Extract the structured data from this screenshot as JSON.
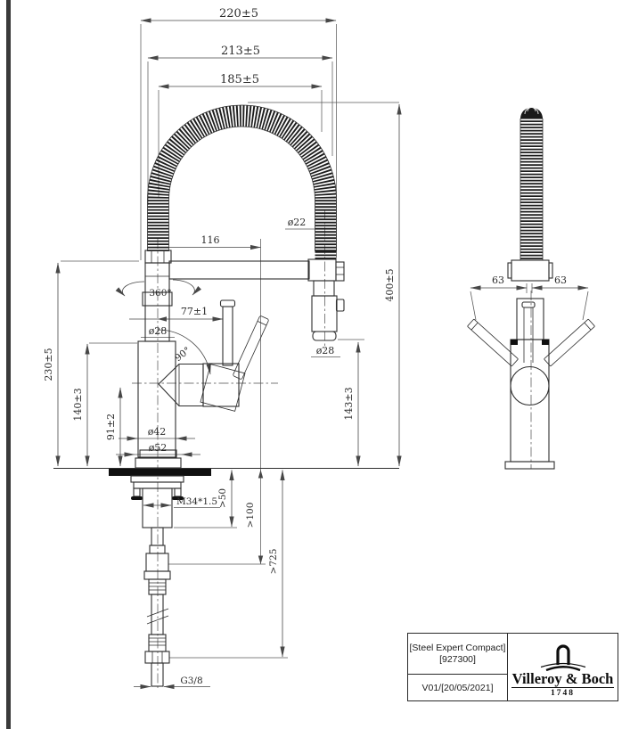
{
  "drawing": {
    "front": {
      "dims": {
        "overall_width": "220±5",
        "width_213": "213±5",
        "width_185": "185±5",
        "coil_diameter": "ø22",
        "reach_116": "116",
        "height_400": "400±5",
        "swivel_angle": "360°",
        "handle_offset": "77±1",
        "neck_diameter": "ø28",
        "handle_angle": "90°",
        "spout_height": "230±5",
        "body_height": "140±3",
        "outlet_height": "91±2",
        "body_diameter": "ø42",
        "flange_diameter": "ø52",
        "head_clearance": "143±3",
        "head_diameter": "ø28",
        "mount_thread": "M34*1.5",
        "min_clearance_50": ">50",
        "min_clearance_100": ">100",
        "hose_length": ">725",
        "supply_thread": "G3/8"
      }
    },
    "side": {
      "dims": {
        "left_63": "63",
        "right_63": "63"
      }
    },
    "title_block": {
      "product_name": "[Steel Expert Compact]",
      "product_code": "[927300]",
      "revision": "V01/[20/05/2021]",
      "brand": "Villeroy & Boch",
      "brand_year": "1748"
    },
    "colors": {
      "line": "#2e2e2e",
      "counter_fill": "#101010"
    }
  }
}
